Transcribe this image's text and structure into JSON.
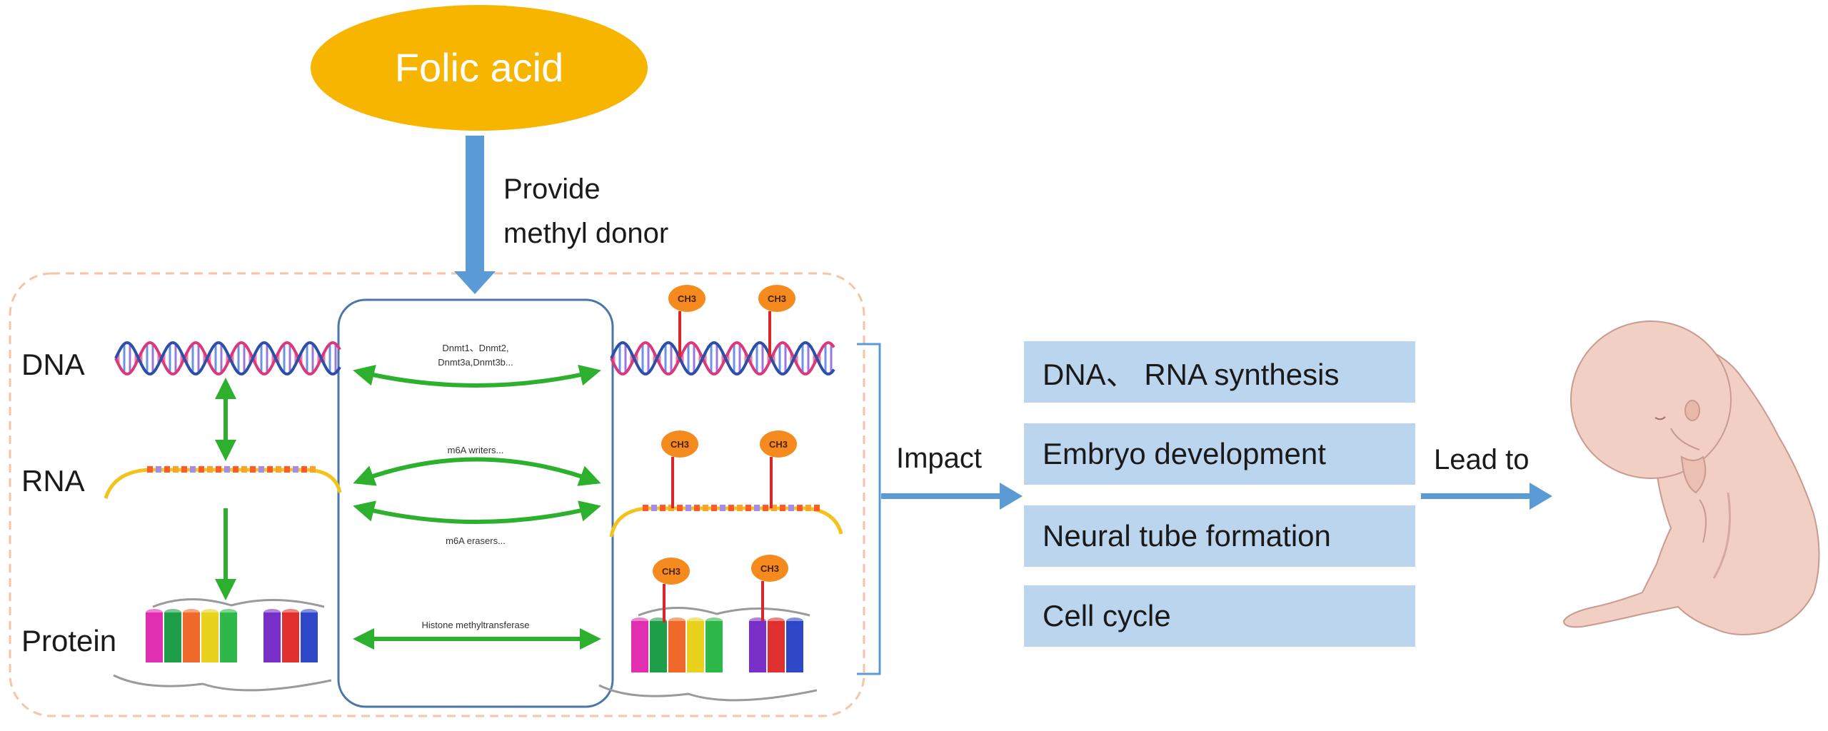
{
  "nodes": {
    "folic_acid": "Folic acid",
    "provide_line1": "Provide",
    "provide_line2": "methyl donor",
    "impact": "Impact",
    "lead_to": "Lead to"
  },
  "rows": {
    "dna": "DNA",
    "rna": "RNA",
    "protein": "Protein"
  },
  "enzymes": {
    "dna_line1": "Dnmt1、Dnmt2,",
    "dna_line2": "Dnmt3a,Dnmt3b...",
    "rna_writers": "m6A writers...",
    "rna_erasers": "m6A erasers...",
    "histone": "Histone methyltransferase"
  },
  "methyl_mark": "CH3",
  "outcomes": [
    "DNA、 RNA synthesis",
    "Embryo development",
    "Neural tube formation",
    "Cell cycle"
  ],
  "colors": {
    "folic_fill": "#f7b500",
    "arrow_blue": "#5b9bd5",
    "green_arrow": "#2db02d",
    "outcome_fill": "#bcd5ee",
    "methyl_fill": "#f58a1f",
    "dashed_border": "#f3c6a8",
    "box_border": "#4a76a8"
  }
}
